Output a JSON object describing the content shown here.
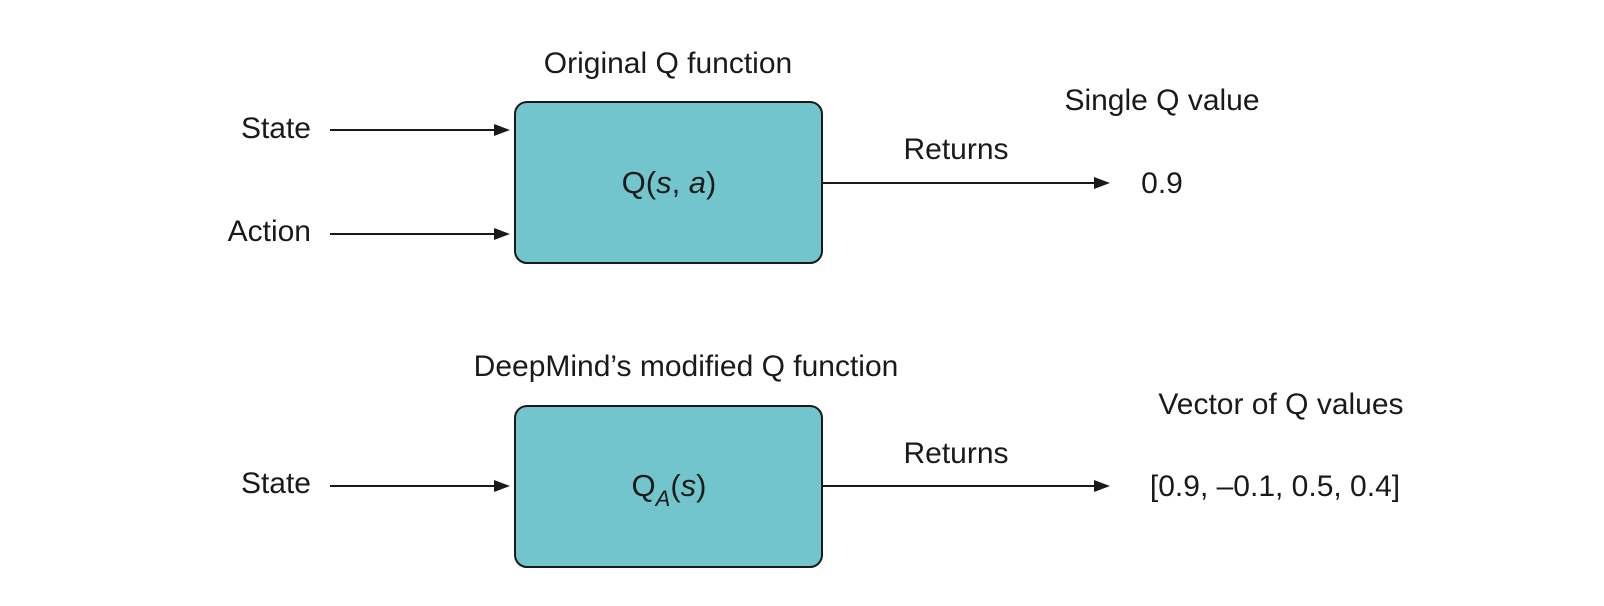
{
  "top": {
    "title": "Original Q function",
    "inputs": [
      "State",
      "Action"
    ],
    "function": {
      "name": "Q",
      "open": "(",
      "arg1": "s",
      "sep": ", ",
      "arg2": "a",
      "close": ")"
    },
    "edge_label": "Returns",
    "output_title": "Single Q value",
    "output_value": "0.9"
  },
  "bottom": {
    "title": "DeepMind’s modified Q function",
    "inputs": [
      "State"
    ],
    "function": {
      "name": "Q",
      "subscript": "A",
      "open": "(",
      "arg1": "s",
      "close": ")"
    },
    "edge_label": "Returns",
    "output_title": "Vector of Q values",
    "output_value": "[0.9, –0.1, 0.5, 0.4]"
  },
  "colors": {
    "box_fill": "#72c5cc",
    "stroke": "#1a1a1a"
  }
}
